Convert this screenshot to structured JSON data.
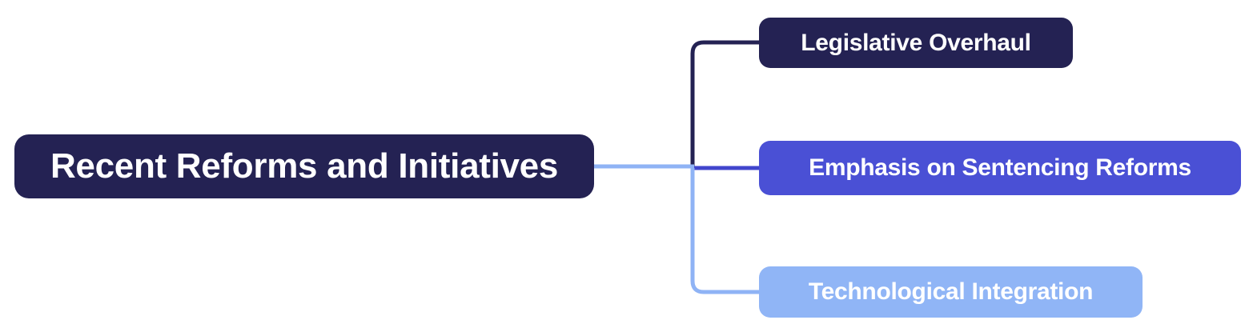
{
  "diagram": {
    "type": "mindmap",
    "background": "#ffffff",
    "root": {
      "label": "Recent Reforms and Initiatives",
      "bg": "#242253",
      "text_color": "#ffffff"
    },
    "children": [
      {
        "label": "Legislative Overhaul",
        "bg": "#242253",
        "text_color": "#ffffff"
      },
      {
        "label": "Emphasis on Sentencing Reforms",
        "bg": "#4a50d5",
        "text_color": "#ffffff"
      },
      {
        "label": "Technological Integration",
        "bg": "#90b5f6",
        "text_color": "#ffffff"
      }
    ],
    "connectors": {
      "trunk_color": "#8fb3f5",
      "branch1_color": "#242253",
      "branch2_color": "#4146cc",
      "branch3_color": "#8fb3f5"
    }
  }
}
